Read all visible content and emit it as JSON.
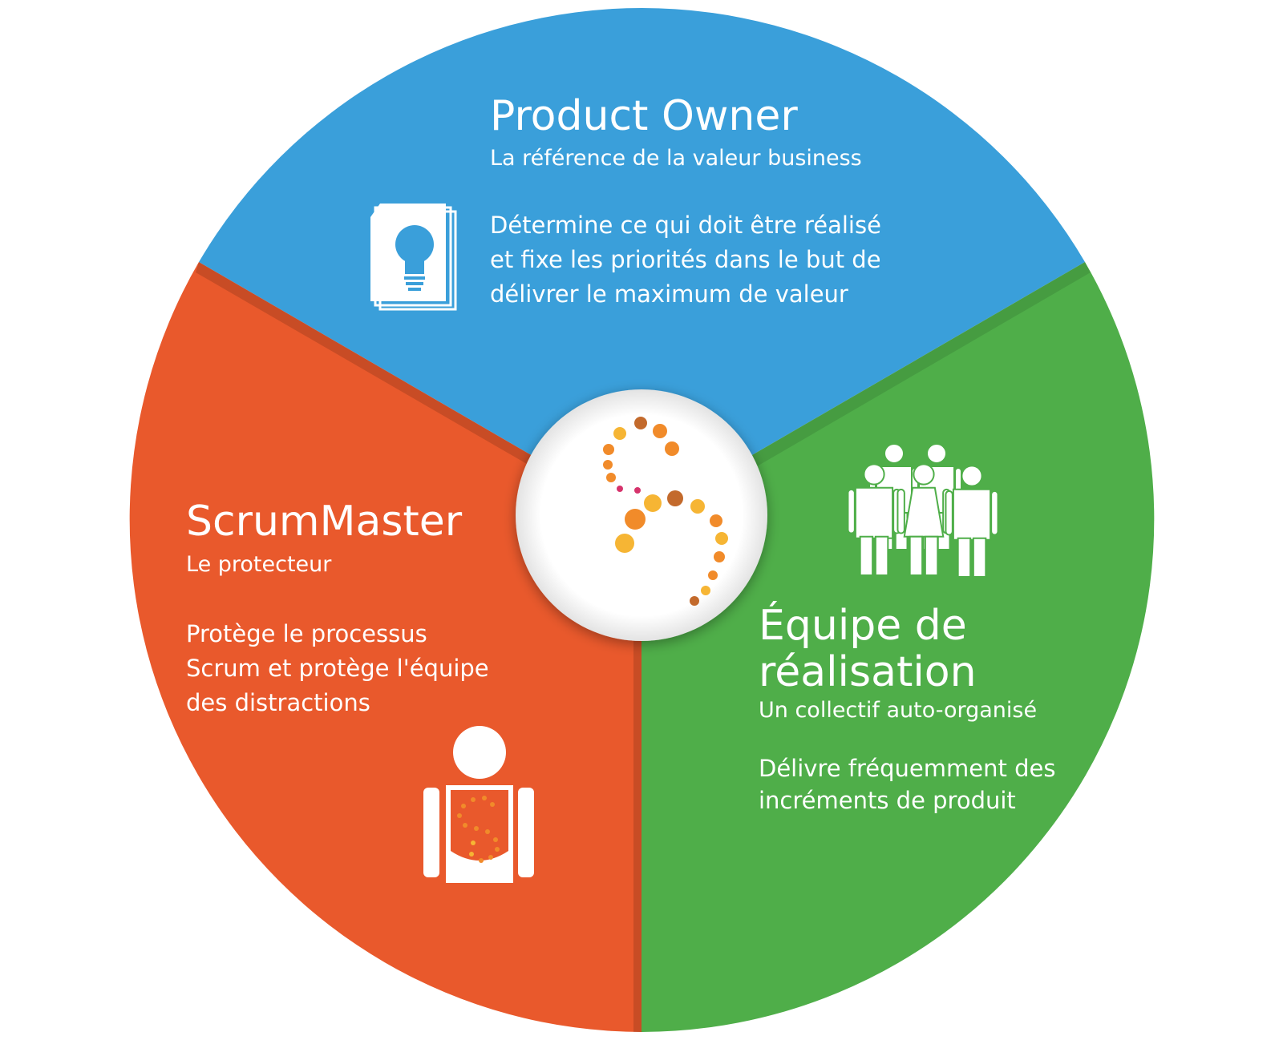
{
  "colors": {
    "product_owner": "#3a9fda",
    "scrum_master": "#e9592c",
    "team": "#4fae49",
    "center": "#ffffff",
    "logo_orange": "#f18b2a",
    "logo_yellow": "#f6b534",
    "logo_brown": "#c36a2c",
    "logo_pink": "#d6336c"
  },
  "product_owner": {
    "title": "Product Owner",
    "subtitle": "La référence de la valeur business",
    "body": "Détermine ce qui doit être réalisé\net fixe les priorités dans le but de\ndélivrer le maximum de valeur",
    "icon": "lightbulb-document-icon"
  },
  "scrum_master": {
    "title": "ScrumMaster",
    "subtitle": "Le protecteur",
    "body": "Protège le processus\nScrum et protège l'équipe\ndes distractions",
    "icon": "protector-person-icon"
  },
  "team": {
    "title": "Équipe de\nréalisation",
    "subtitle": "Un collectif auto-organisé",
    "body": "Délivre fréquemment des\nincréments de produit",
    "icon": "people-group-icon"
  },
  "center": {
    "icon": "dotted-s-logo-icon"
  }
}
